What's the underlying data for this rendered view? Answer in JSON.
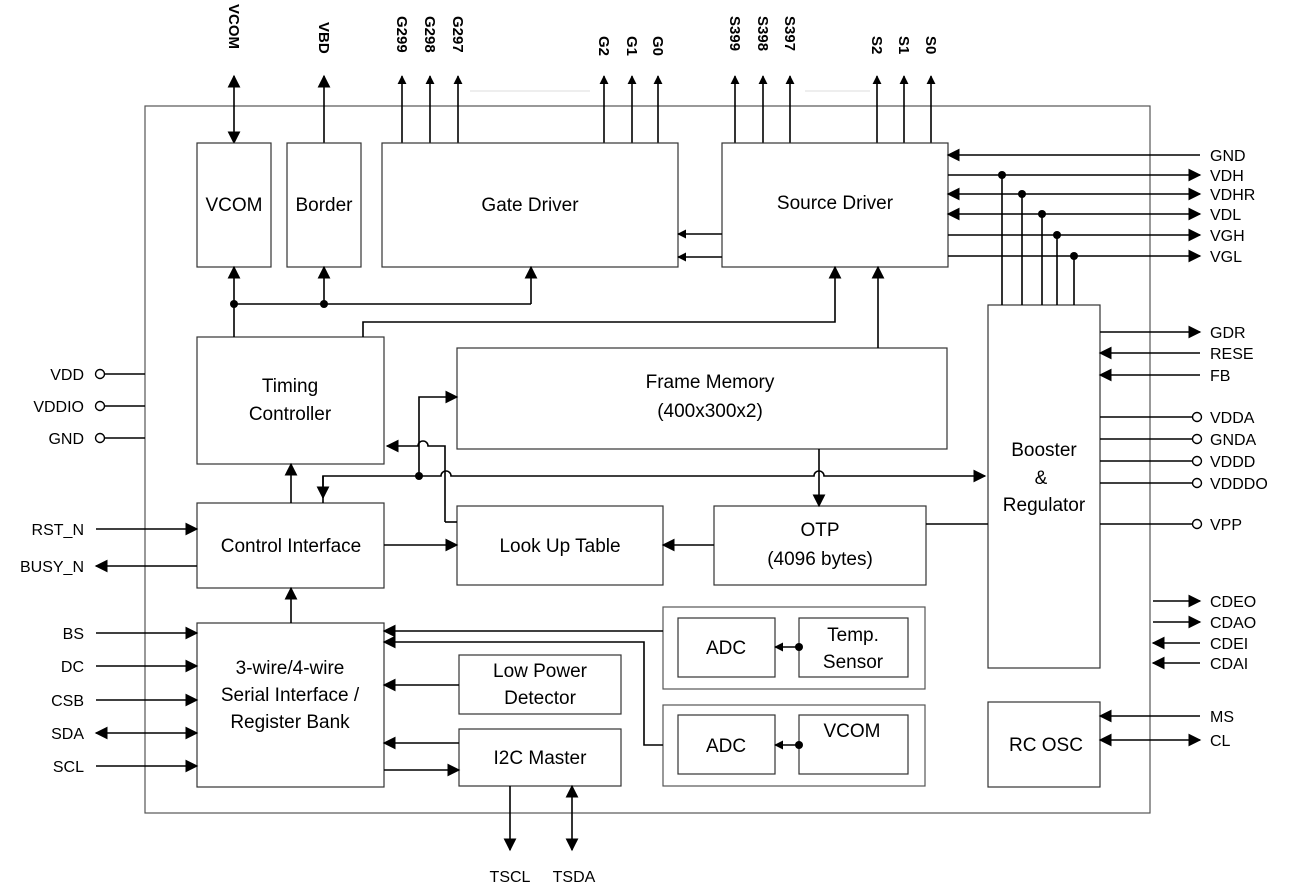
{
  "blocks": {
    "vcom_top": "VCOM",
    "border": "Border",
    "gate_driver": "Gate Driver",
    "source_driver": "Source Driver",
    "timing_controller": [
      "Timing",
      "Controller"
    ],
    "frame_memory": [
      "Frame Memory",
      "(400x300x2)"
    ],
    "booster": [
      "Booster",
      "&",
      "Regulator"
    ],
    "control_interface": "Control Interface",
    "look_up_table": "Look Up Table",
    "otp": [
      "OTP",
      "(4096 bytes)"
    ],
    "serial_interface": [
      "3-wire/4-wire",
      "Serial Interface /",
      "Register Bank"
    ],
    "adc_1": "ADC",
    "temp_sensor": [
      "Temp.",
      "Sensor"
    ],
    "low_power_detector": [
      "Low Power",
      "Detector"
    ],
    "i2c_master": "I2C Master",
    "adc_2": "ADC",
    "vcom_sense": "VCOM",
    "rc_osc": "RC OSC"
  },
  "top_pins": {
    "vcom": "VCOM",
    "vbd": "VBD",
    "gate": [
      "G299",
      "G298",
      "G297",
      "G2",
      "G1",
      "G0"
    ],
    "source": [
      "S399",
      "S398",
      "S397",
      "S2",
      "S1",
      "S0"
    ]
  },
  "left_pins": {
    "power": [
      "VDD",
      "VDDIO",
      "GND"
    ],
    "control": [
      "RST_N",
      "BUSY_N"
    ],
    "serial": [
      "BS",
      "DC",
      "CSB",
      "SDA",
      "SCL"
    ]
  },
  "right_pins": {
    "supply": [
      "GND",
      "VDH",
      "VDHR",
      "VDL",
      "VGH",
      "VGL"
    ],
    "booster": [
      "GDR",
      "RESE",
      "FB"
    ],
    "power": [
      "VDDA",
      "GNDA",
      "VDDD",
      "VDDDO",
      "VPP"
    ],
    "cascade": [
      "CDEO",
      "CDAO",
      "CDEI",
      "CDAI"
    ],
    "osc": [
      "MS",
      "CL"
    ]
  },
  "bottom_pins": [
    "TSCL",
    "TSDA"
  ]
}
